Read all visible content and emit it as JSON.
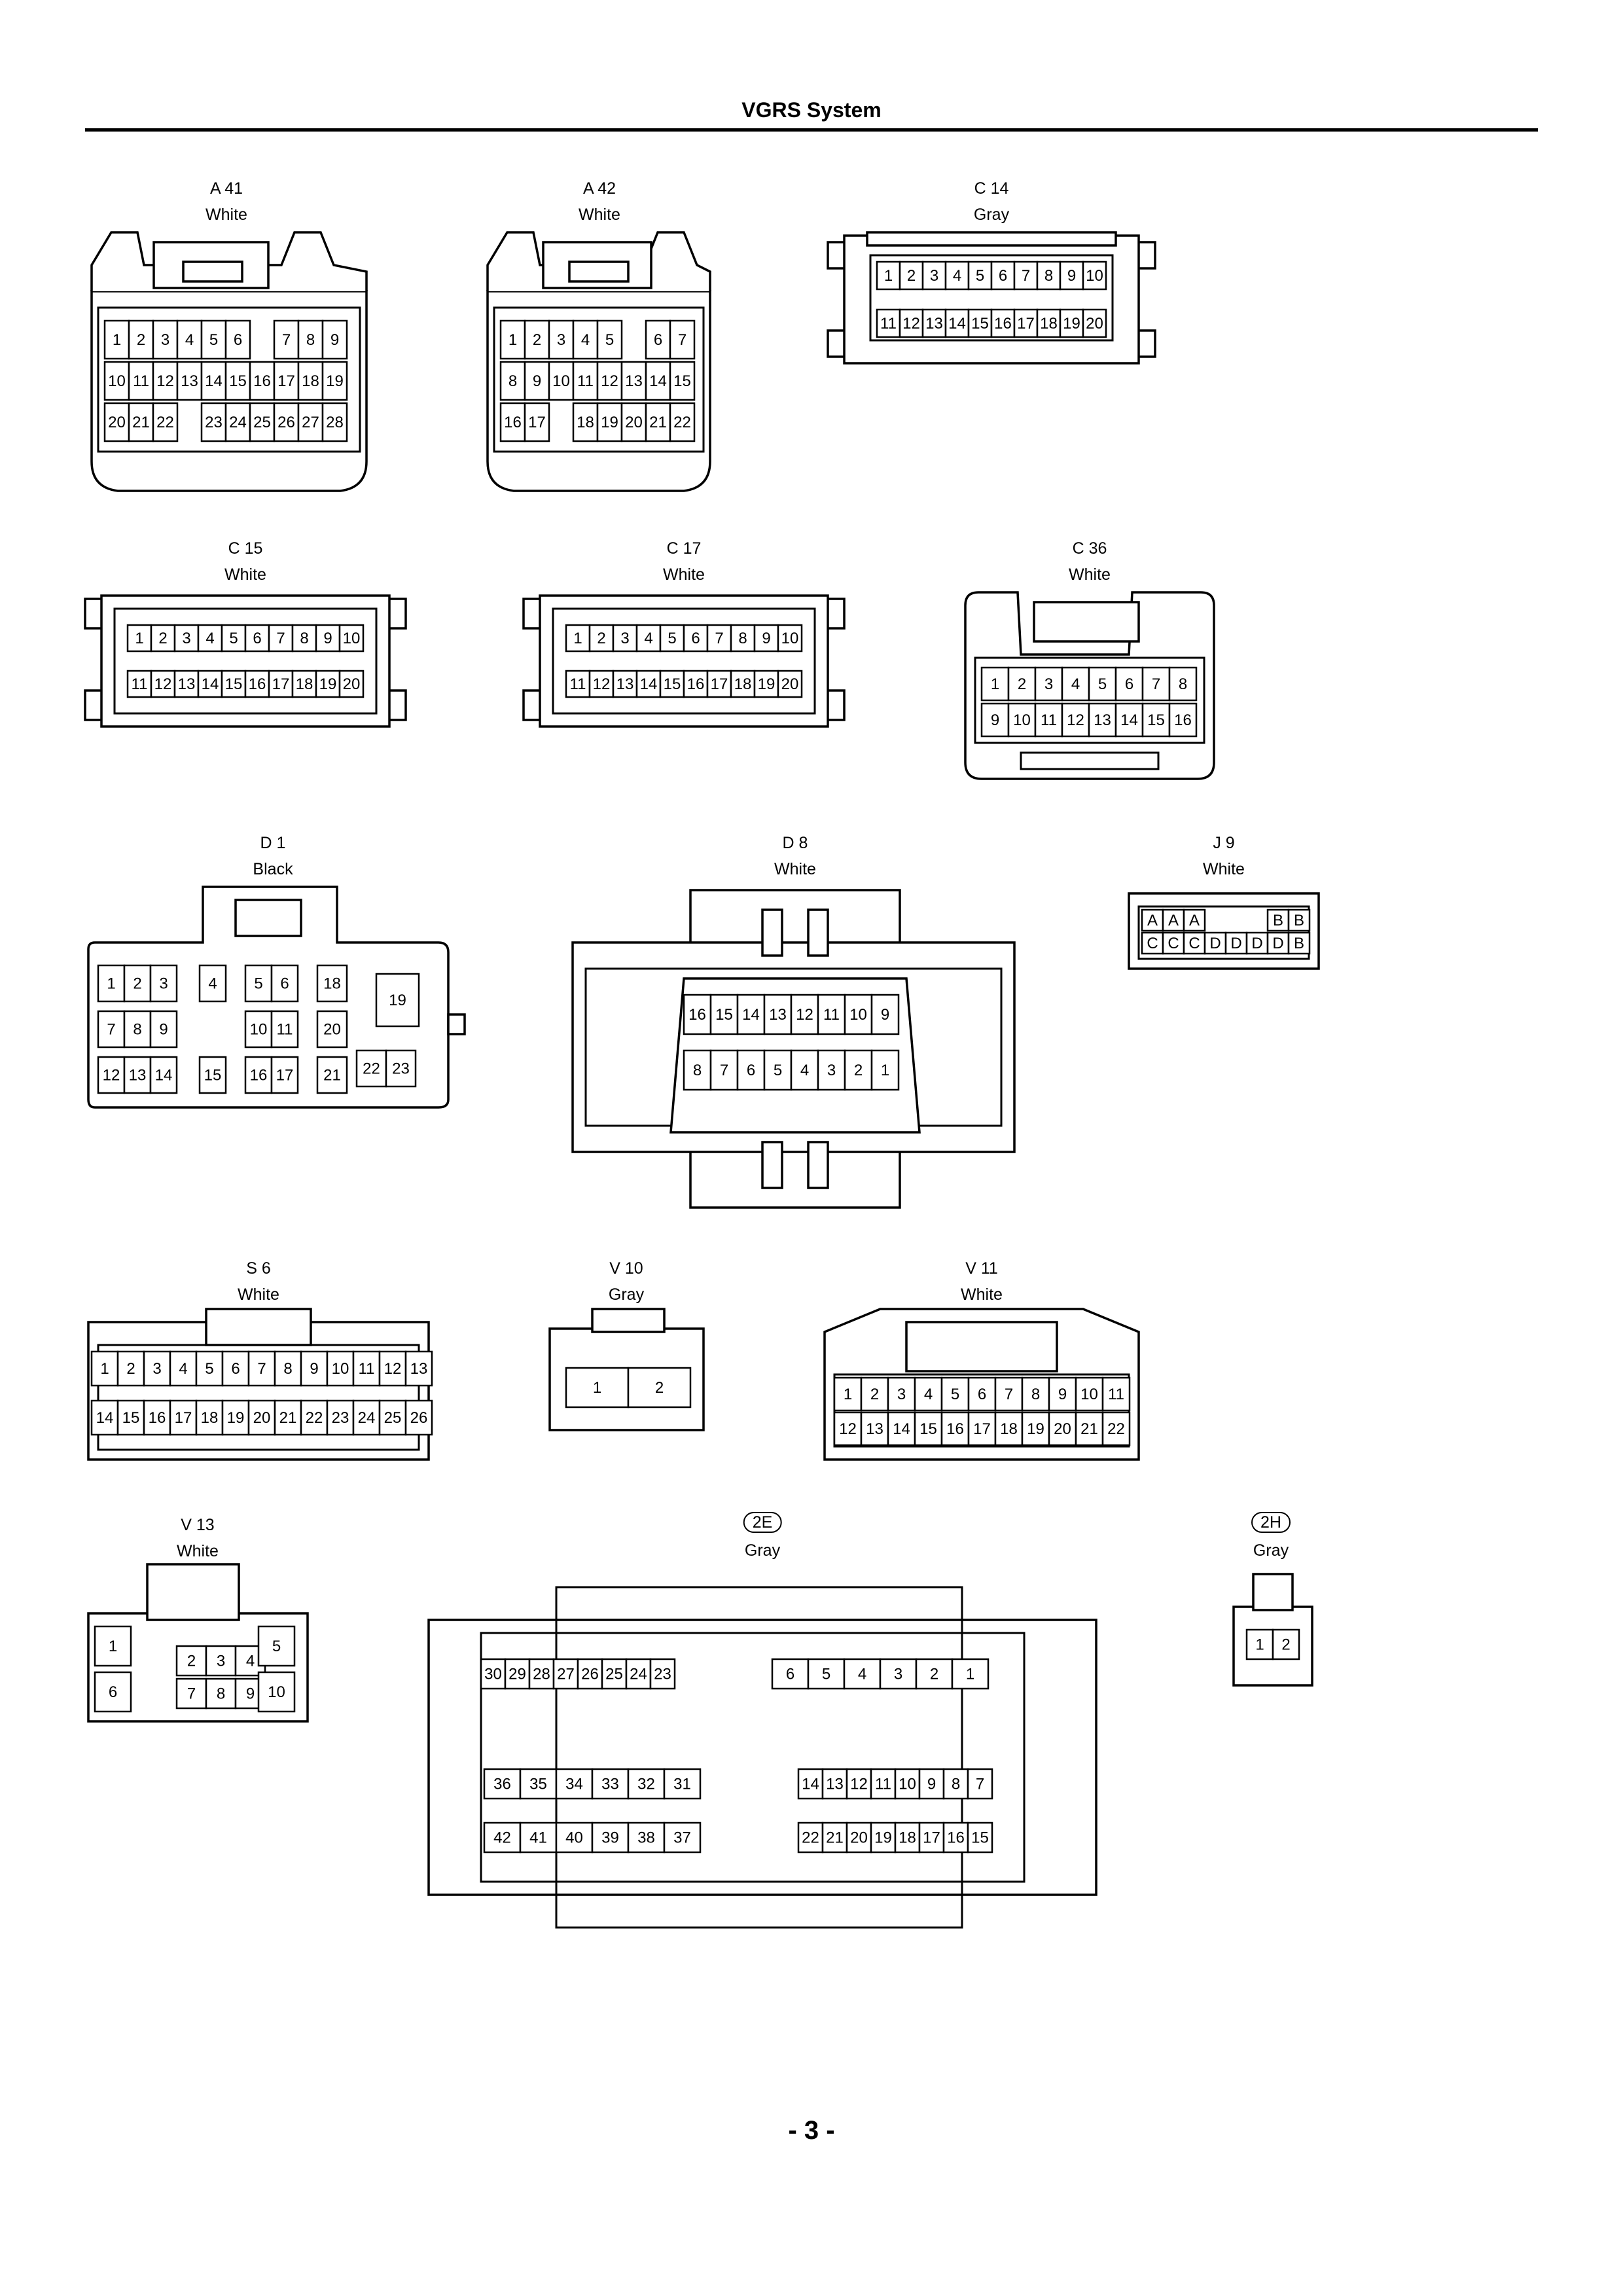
{
  "header": {
    "title": "VGRS System"
  },
  "footer": {
    "page": "- 3 -"
  },
  "connectors": [
    {
      "key": "a41",
      "id": "A 41",
      "color": "White",
      "badge": false,
      "rows": [
        [
          "1",
          "2",
          "3",
          "4",
          "5",
          "6",
          "",
          "7",
          "8",
          "9"
        ],
        [
          "10",
          "11",
          "12",
          "13",
          "14",
          "15",
          "16",
          "17",
          "18",
          "19"
        ],
        [
          "20",
          "21",
          "22",
          "",
          "23",
          "24",
          "25",
          "26",
          "27",
          "28"
        ]
      ]
    },
    {
      "key": "a42",
      "id": "A 42",
      "color": "White",
      "badge": false,
      "rows": [
        [
          "1",
          "2",
          "3",
          "4",
          "5",
          "",
          "6",
          "7"
        ],
        [
          "8",
          "9",
          "10",
          "11",
          "12",
          "13",
          "14",
          "15"
        ],
        [
          "16",
          "17",
          "",
          "18",
          "19",
          "20",
          "21",
          "22"
        ]
      ]
    },
    {
      "key": "c14",
      "id": "C 14",
      "color": "Gray",
      "badge": false,
      "rows": [
        [
          "1",
          "2",
          "3",
          "4",
          "5",
          "6",
          "7",
          "8",
          "9",
          "10"
        ],
        [
          "11",
          "12",
          "13",
          "14",
          "15",
          "16",
          "17",
          "18",
          "19",
          "20"
        ]
      ]
    },
    {
      "key": "c15",
      "id": "C 15",
      "color": "White",
      "badge": false,
      "rows": [
        [
          "1",
          "2",
          "3",
          "4",
          "5",
          "6",
          "7",
          "8",
          "9",
          "10"
        ],
        [
          "11",
          "12",
          "13",
          "14",
          "15",
          "16",
          "17",
          "18",
          "19",
          "20"
        ]
      ]
    },
    {
      "key": "c17",
      "id": "C 17",
      "color": "White",
      "badge": false,
      "rows": [
        [
          "1",
          "2",
          "3",
          "4",
          "5",
          "6",
          "7",
          "8",
          "9",
          "10"
        ],
        [
          "11",
          "12",
          "13",
          "14",
          "15",
          "16",
          "17",
          "18",
          "19",
          "20"
        ]
      ]
    },
    {
      "key": "c36",
      "id": "C 36",
      "color": "White",
      "badge": false,
      "rows": [
        [
          "1",
          "2",
          "3",
          "4",
          "5",
          "6",
          "7",
          "8"
        ],
        [
          "9",
          "10",
          "11",
          "12",
          "13",
          "14",
          "15",
          "16"
        ]
      ]
    },
    {
      "key": "d1",
      "id": "D 1",
      "color": "Black",
      "badge": false,
      "pins": [
        "1",
        "2",
        "3",
        "4",
        "5",
        "6",
        "18",
        "19",
        "7",
        "8",
        "9",
        "10",
        "11",
        "20",
        "12",
        "13",
        "14",
        "15",
        "16",
        "17",
        "21",
        "22",
        "23"
      ]
    },
    {
      "key": "d8",
      "id": "D 8",
      "color": "White",
      "badge": false,
      "rows": [
        [
          "16",
          "15",
          "14",
          "13",
          "12",
          "11",
          "10",
          "9"
        ],
        [
          "8",
          "7",
          "6",
          "5",
          "4",
          "3",
          "2",
          "1"
        ]
      ]
    },
    {
      "key": "j9",
      "id": "J 9",
      "color": "White",
      "badge": false,
      "rows": [
        [
          "A",
          "A",
          "A",
          "",
          "",
          "",
          "B",
          "B"
        ],
        [
          "C",
          "C",
          "C",
          "D",
          "D",
          "D",
          "D",
          "B"
        ]
      ]
    },
    {
      "key": "s6",
      "id": "S 6",
      "color": "White",
      "badge": false,
      "rows": [
        [
          "1",
          "2",
          "3",
          "4",
          "5",
          "6",
          "7",
          "8",
          "9",
          "10",
          "11",
          "12",
          "13"
        ],
        [
          "14",
          "15",
          "16",
          "17",
          "18",
          "19",
          "20",
          "21",
          "22",
          "23",
          "24",
          "25",
          "26"
        ]
      ]
    },
    {
      "key": "v10",
      "id": "V 10",
      "color": "Gray",
      "badge": false,
      "rows": [
        [
          "1",
          "2"
        ]
      ]
    },
    {
      "key": "v11",
      "id": "V 11",
      "color": "White",
      "badge": false,
      "rows": [
        [
          "1",
          "2",
          "3",
          "4",
          "5",
          "6",
          "7",
          "8",
          "9",
          "10",
          "11"
        ],
        [
          "12",
          "13",
          "14",
          "15",
          "16",
          "17",
          "18",
          "19",
          "20",
          "21",
          "22"
        ]
      ]
    },
    {
      "key": "v13",
      "id": "V 13",
      "color": "White",
      "badge": false,
      "pins": [
        "1",
        "2",
        "3",
        "4",
        "5",
        "6",
        "7",
        "8",
        "9",
        "10"
      ]
    },
    {
      "key": "2e",
      "id": "2E",
      "color": "Gray",
      "badge": true,
      "rows": [
        [
          "30",
          "29",
          "28",
          "27",
          "26",
          "25",
          "24",
          "23"
        ],
        [
          "6",
          "5",
          "4",
          "3",
          "2",
          "1"
        ],
        [
          "36",
          "35",
          "34",
          "33",
          "32",
          "31"
        ],
        [
          "14",
          "13",
          "12",
          "11",
          "10",
          "9",
          "8",
          "7"
        ],
        [
          "42",
          "41",
          "40",
          "39",
          "38",
          "37"
        ],
        [
          "22",
          "21",
          "20",
          "19",
          "18",
          "17",
          "16",
          "15"
        ]
      ]
    },
    {
      "key": "2h",
      "id": "2H",
      "color": "Gray",
      "badge": true,
      "rows": [
        [
          "1",
          "2"
        ]
      ]
    }
  ]
}
